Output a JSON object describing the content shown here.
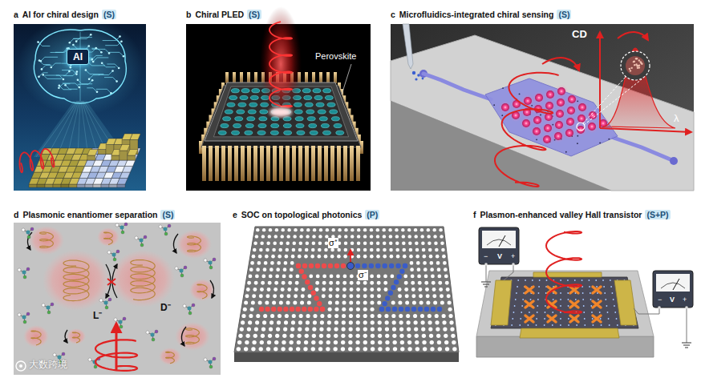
{
  "diagram": {
    "nodes": [
      {
        "text": [
          "a",
          "AI for chiral design",
          "(S)"
        ]
      },
      {
        "text": [
          "AI"
        ],
        "in": 0
      },
      {
        "text": [
          "b",
          "Chiral PLED",
          "(S)"
        ]
      },
      {
        "text": [
          "c",
          "Microfluidics-integrated chiral sensing",
          "(S)"
        ]
      },
      {
        "text": [
          "d",
          "Plasmonic enantiomer separation",
          "(S)"
        ]
      },
      {
        "text": [
          "e",
          "SOC on topological photonics",
          "(P)"
        ]
      },
      {
        "text": [
          "f",
          "Plasmon-enhanced valley Hall transistor",
          "(S+P)"
        ]
      }
    ],
    "labels": [
      "Perovskite",
      "CD",
      "λ",
      "L⁻",
      "D⁻",
      "σ⁺",
      "σ⁻",
      "−",
      "V",
      "+",
      "−",
      "V",
      "+",
      "大数跨境"
    ]
  }
}
